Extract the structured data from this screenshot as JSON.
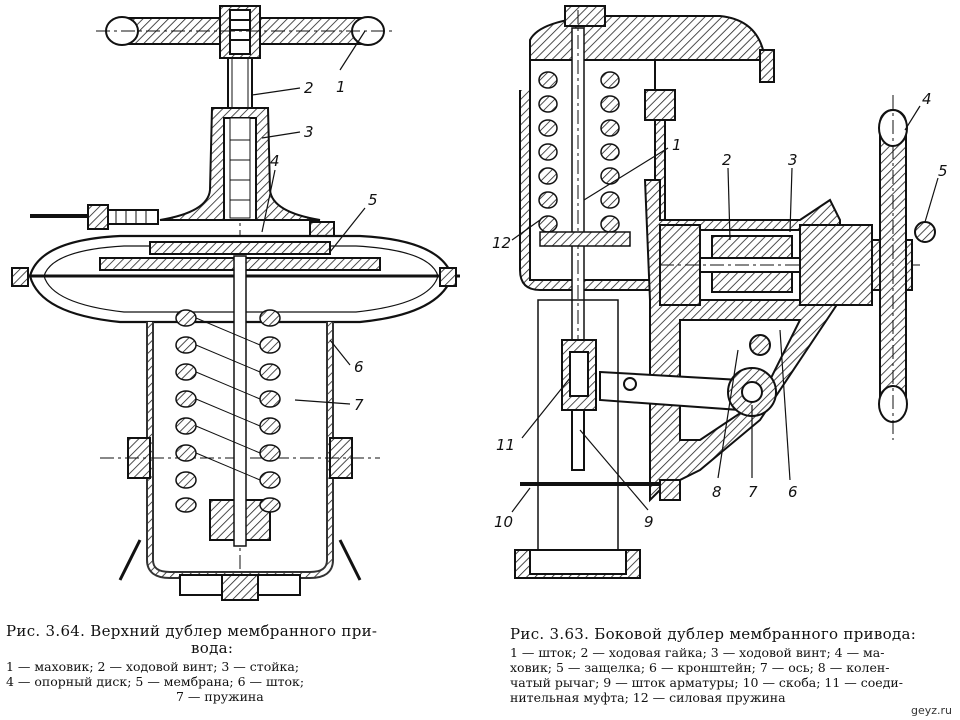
{
  "figures": [
    {
      "id": "fig-3-64",
      "title_line1": "Рис. 3.64. Верхний дублер мембранного при-",
      "title_line2": "вода:",
      "legend_line1": "1 — маховик;   2 — ходовой  винт;   3 — стойка;",
      "legend_line2": "4 — опорный   диск;   5 — мембрана;   6 — шток;",
      "legend_line3": "7 — пружина",
      "callouts": [
        "1",
        "2",
        "3",
        "4",
        "5",
        "6",
        "7"
      ]
    },
    {
      "id": "fig-3-63",
      "title_line1": "Рис. 3.63. Боковой дублер мембранного привода:",
      "legend_line1": "1 — шток;  2 — ходовая гайка;  3 — ходовой винт;  4 — ма-",
      "legend_line2": "ховик;  5 — защелка;  6 — кронштейн;  7 — ось;  8 — колен-",
      "legend_line3": "чатый рычаг;  9 — шток арматуры;  10 — скоба;  11 — соеди-",
      "legend_line4": "нительная муфта;  12 — силовая пружина",
      "callouts": [
        "1",
        "2",
        "3",
        "4",
        "5",
        "6",
        "7",
        "8",
        "9",
        "10",
        "11",
        "12"
      ]
    }
  ],
  "watermark": "geyz.ru"
}
